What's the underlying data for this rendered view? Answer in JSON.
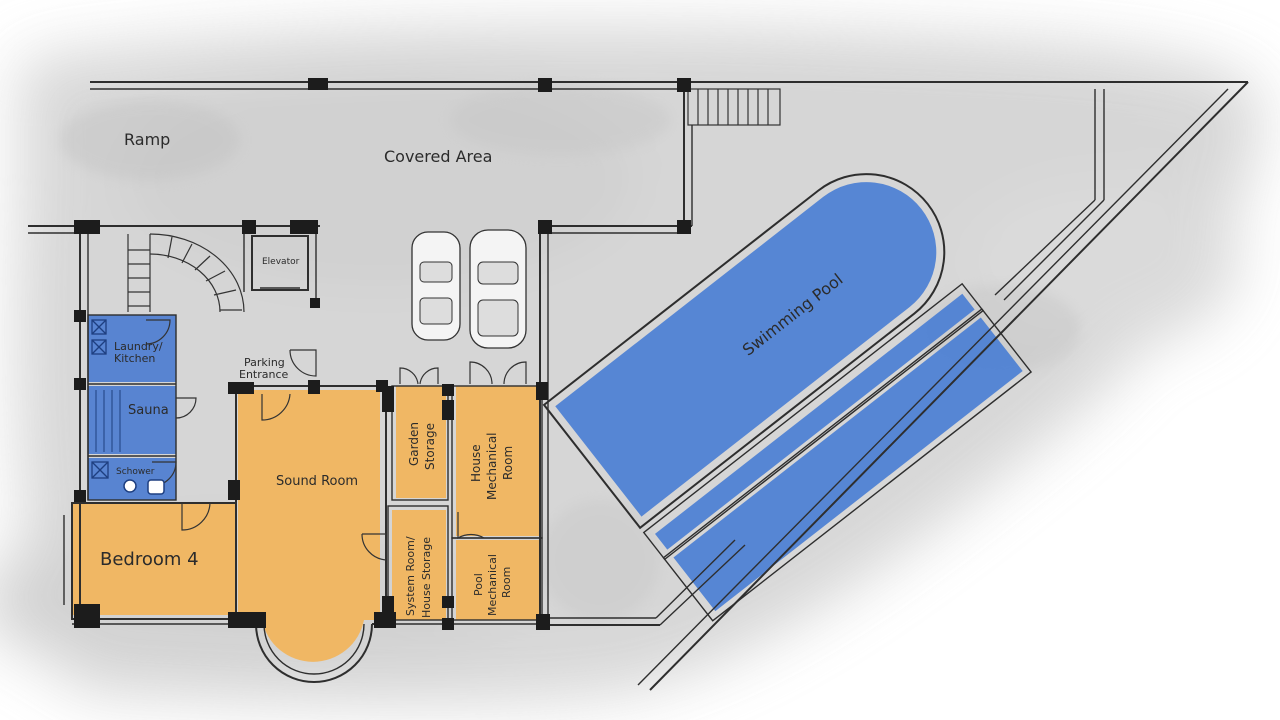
{
  "plan": {
    "labels": {
      "ramp": "Ramp",
      "covered_area": "Covered Area",
      "elevator": "Elevator",
      "parking_entrance_1": "Parking",
      "parking_entrance_2": "Entrance",
      "laundry_1": "Laundry/",
      "laundry_2": "Kitchen",
      "sauna": "Sauna",
      "shower": "Schower",
      "bedroom_4": "Bedroom 4",
      "sound_room": "Sound Room",
      "garden_storage_1": "Garden",
      "garden_storage_2": "Storage",
      "house_mech_1": "House",
      "house_mech_2": "Mechanical",
      "house_mech_3": "Room",
      "system_room_1": "System Room/",
      "system_room_2": "House Storage",
      "pool_mech_1": "Pool",
      "pool_mech_2": "Mechanical",
      "pool_mech_3": "Room",
      "swimming_pool": "Swimming Pool"
    },
    "colors": {
      "orange_room": "#f2b45a",
      "blue_room": "#4a7bd0",
      "pool_blue": "#4b7fd4",
      "wash_gray": "#d6d6d6"
    }
  }
}
